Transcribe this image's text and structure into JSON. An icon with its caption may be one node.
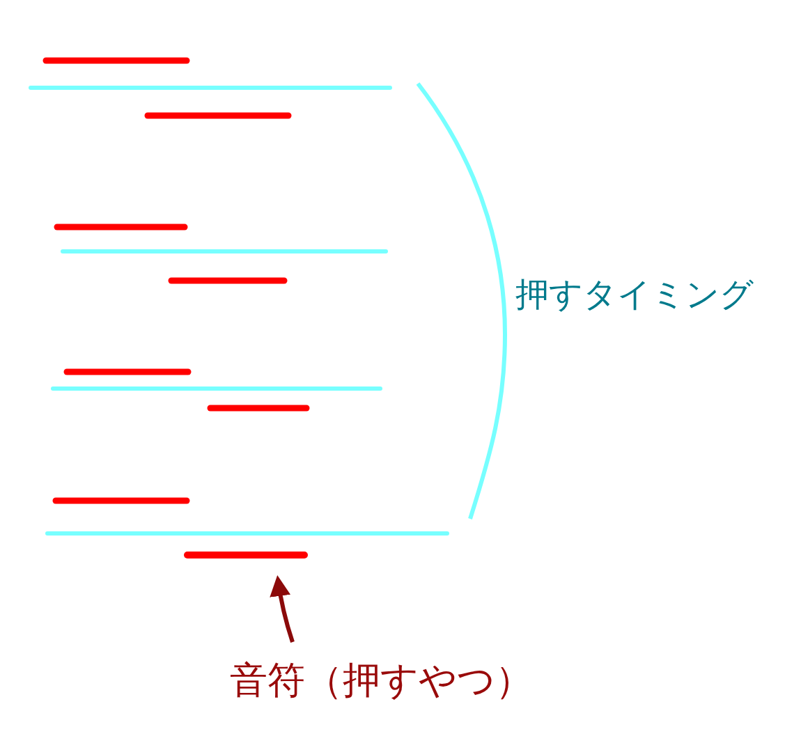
{
  "diagram": {
    "nodes": [
      {
        "text": [
          "音符（押すやつ）"
        ]
      },
      {
        "text": [],
        "shape": "bar"
      }
    ],
    "edges": [
      {
        "from": 0,
        "to": 1,
        "arrow": "to"
      }
    ],
    "labels": [
      "押すタイミング"
    ]
  }
}
